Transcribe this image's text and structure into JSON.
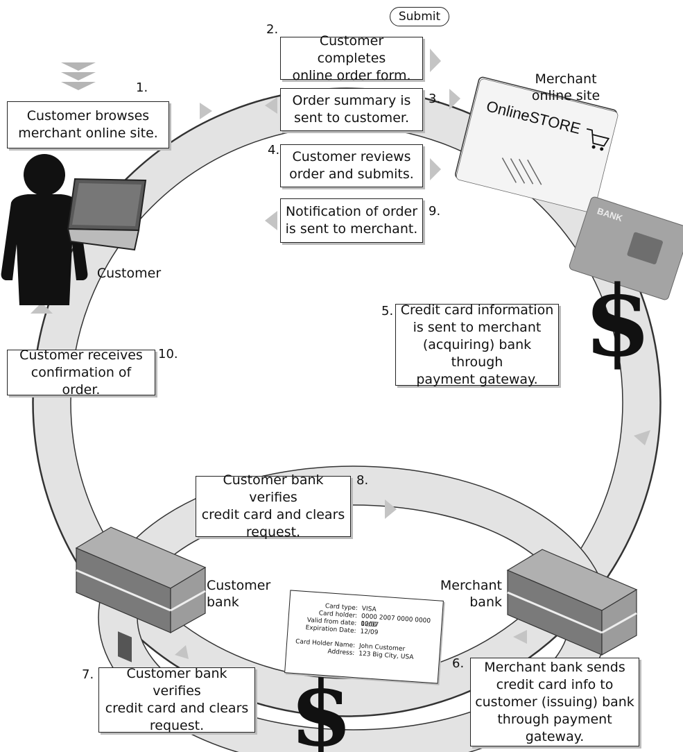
{
  "submit_label": "Submit",
  "steps": [
    {
      "num": "1.",
      "text": "Customer browses\nmerchant online site."
    },
    {
      "num": "2.",
      "text": "Customer completes\nonline order form."
    },
    {
      "num": "3.",
      "text": "Order summary is\nsent to customer."
    },
    {
      "num": "4.",
      "text": "Customer reviews\norder and submits."
    },
    {
      "num": "5.",
      "text": "Credit card information\nis sent to merchant\n(acquiring) bank through\npayment gateway."
    },
    {
      "num": "6.",
      "text": "Merchant bank sends\ncredit card info to\ncustomer (issuing) bank\nthrough payment gateway."
    },
    {
      "num": "7.",
      "text": "Customer bank verifies\ncredit card and clears\nrequest."
    },
    {
      "num": "8.",
      "text": "Customer bank verifies\ncredit card and clears\nrequest."
    },
    {
      "num": "9.",
      "text": "Notification of order\nis sent to merchant."
    },
    {
      "num": "10.",
      "text": "Customer receives\nconfirmation of order."
    }
  ],
  "labels": {
    "merchant_site": "Merchant\nonline site",
    "customer": "Customer",
    "customer_bank": "Customer\nbank",
    "merchant_bank": "Merchant\nbank",
    "store_name": "OnlineSTORE",
    "card_brand": "BANK",
    "dollar": "$"
  },
  "card_form": {
    "rows": [
      {
        "label": "Card type:",
        "value": "VISA"
      },
      {
        "label": "Card holder:",
        "value": "0000 2007 0000 0000 0000"
      },
      {
        "label": "Valid from date:",
        "value": "12/07"
      },
      {
        "label": "Expiration Date:",
        "value": "12/09"
      },
      {
        "label": "Card Holder Name:",
        "value": "John Customer"
      },
      {
        "label": "Address:",
        "value": "123 Big City, USA"
      }
    ]
  },
  "colors": {
    "ring": "#e3e3e3",
    "ring_edge": "#333333",
    "arrow": "#c4c4c4",
    "building": "#8a8a8a"
  }
}
